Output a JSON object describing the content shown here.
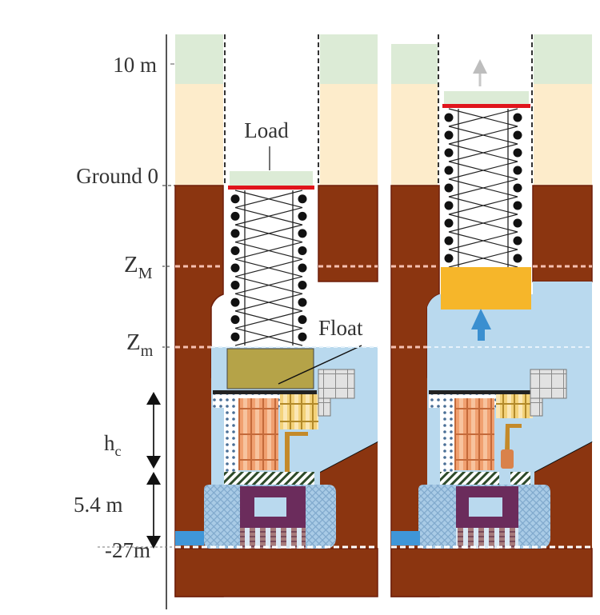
{
  "figure": {
    "title": "Lifting a load by buoyancy: shaft with float, before and after flooding",
    "panels": [
      "initial-state",
      "flooded-state"
    ]
  },
  "axis_labels": {
    "top": "10 m",
    "ground": "Ground 0",
    "z_max_main": "Z",
    "z_max_sub": "M",
    "z_min_main": "Z",
    "z_min_sub": "m",
    "hc_main": "h",
    "hc_sub": "c",
    "height": "5.4 m",
    "bottom": "-27m"
  },
  "annotations": {
    "load": "Load",
    "float": "Float"
  },
  "arrows": {
    "load_motion": "up-arrow (grey) — load rises",
    "water_push": "up-arrow (blue) — water pushes float up"
  },
  "colors": {
    "soil_dark": "#8b3510",
    "soil_outline": "#6e1e0a",
    "upper_layer_green": "#dcebd6",
    "upper_layer_sand": "#fdeccb",
    "water": "#b9d9ee",
    "float_initial": "#b5a348",
    "float_raised": "#f6b62a",
    "load_plate": "#dcebd6",
    "red_plate": "#e0141c",
    "level_dash": "#f6c0b0",
    "blue_arrow": "#3a8fd0",
    "grey_arrow": "#bdbdbd",
    "container_orange": "#f0a070",
    "container_yellow": "#f3d27a",
    "container_grey": "#e0e0e0",
    "purple_block": "#6b2c5c",
    "hatch_green": "#2e4b2a",
    "drain_blue": "#3f96d8"
  }
}
